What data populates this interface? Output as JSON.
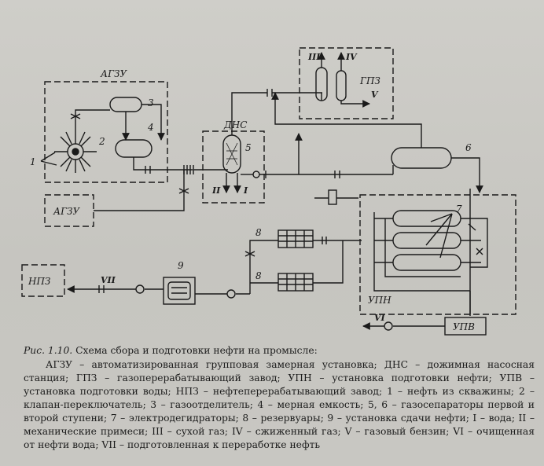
{
  "labels": {
    "agzu_top": "АГЗУ",
    "agzu_bottom": "АГЗУ",
    "dns": "ДНС",
    "gpz": "ГПЗ",
    "npz": "НПЗ",
    "upn": "УПН",
    "upv": "УПВ"
  },
  "numbers": [
    "1",
    "2",
    "3",
    "4",
    "5",
    "6",
    "7",
    "8",
    "8",
    "9"
  ],
  "streams": {
    "I": "I",
    "II": "II",
    "III": "III",
    "IV": "IV",
    "V": "V",
    "VI": "VI",
    "VII": "VII"
  },
  "caption": {
    "fig": "Рис. 1.10.",
    "title": "Схема сбора и подготовки нефти на промысле:",
    "body": "АГЗУ – автоматизированная групповая замерная установка; ДНС – дожимная насосная станция; ГПЗ – газоперерабатывающий завод; УПН – установка подготовки нефти; УПВ – установка подготовки воды; НПЗ – нефтеперерабатывающий завод; 1 – нефть из скважины; 2 – клапан-переключатель; 3 – газоотделитель; 4 – мерная емкость; 5, 6 – газосепараторы первой и второй ступени; 7 – электродегидраторы; 8 – резервуары; 9 – установка сдачи нефти; I – вода; II – механические примеси; III – сухой газ; IV – сжиженный газ; V – газовый бензин; VI – очищенная от нефти вода; VII – подготовленная к переработке нефть"
  }
}
